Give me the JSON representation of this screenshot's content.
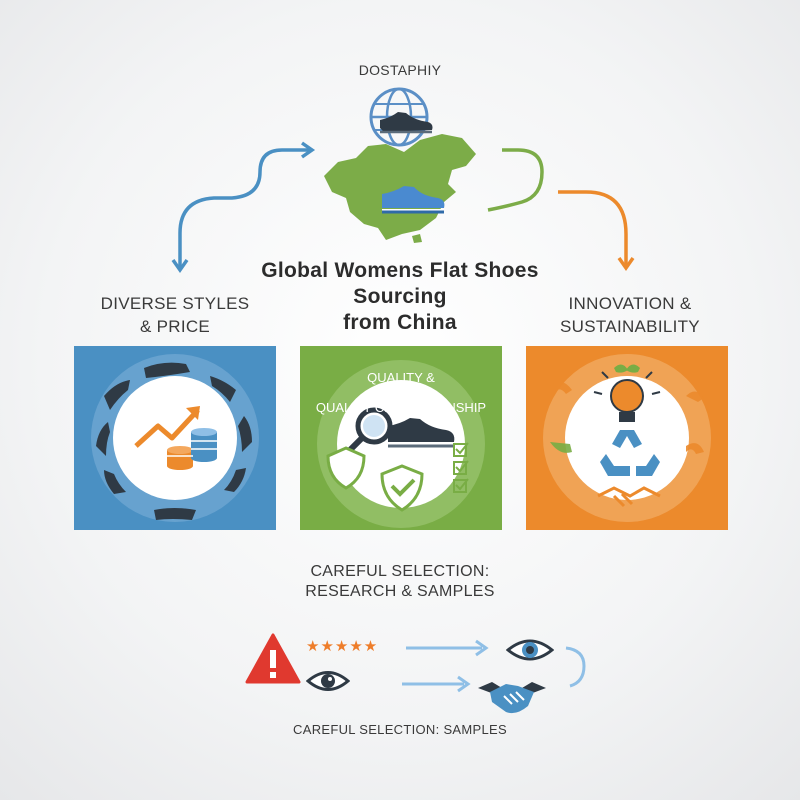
{
  "diagram": {
    "top_label": "DOSTAPHIY",
    "title_lines": [
      "Global Womens Flat Shoes",
      "Sourcing",
      "from China"
    ],
    "left_title_lines": [
      "DIVERSE STYLES",
      "& PRICE"
    ],
    "right_title_lines": [
      "INNOVATION &",
      "SUSTAINABILITY"
    ],
    "panels": {
      "left": {
        "color": "#4a90c3"
      },
      "middle": {
        "color": "#79ad45",
        "line1": "QUALITY &",
        "line2": "QUALITY CRAFTSMANSHIP"
      },
      "right": {
        "color": "#ec8a2c"
      }
    },
    "selection_title_lines": [
      "CAREFUL SELECTION:",
      "RESEARCH & SAMPLES"
    ],
    "rating_stars": "★★★★★",
    "bottom_label": "CAREFUL SELECTION: SAMPLES",
    "colors": {
      "blue": "#4a90c3",
      "green": "#79ad45",
      "orange": "#ec8a2c",
      "red": "#e0392f",
      "dark": "#2f3a45"
    },
    "icons": [
      "globe-shoe-icon",
      "china-map-icon",
      "shoe-icon",
      "growth-arrow-icon",
      "coin-stack-icon",
      "magnifier-icon",
      "shield-icon",
      "checklist-icon",
      "lightbulb-icon",
      "recycle-icon",
      "handshake-icon",
      "warning-icon",
      "eye-icon"
    ]
  }
}
